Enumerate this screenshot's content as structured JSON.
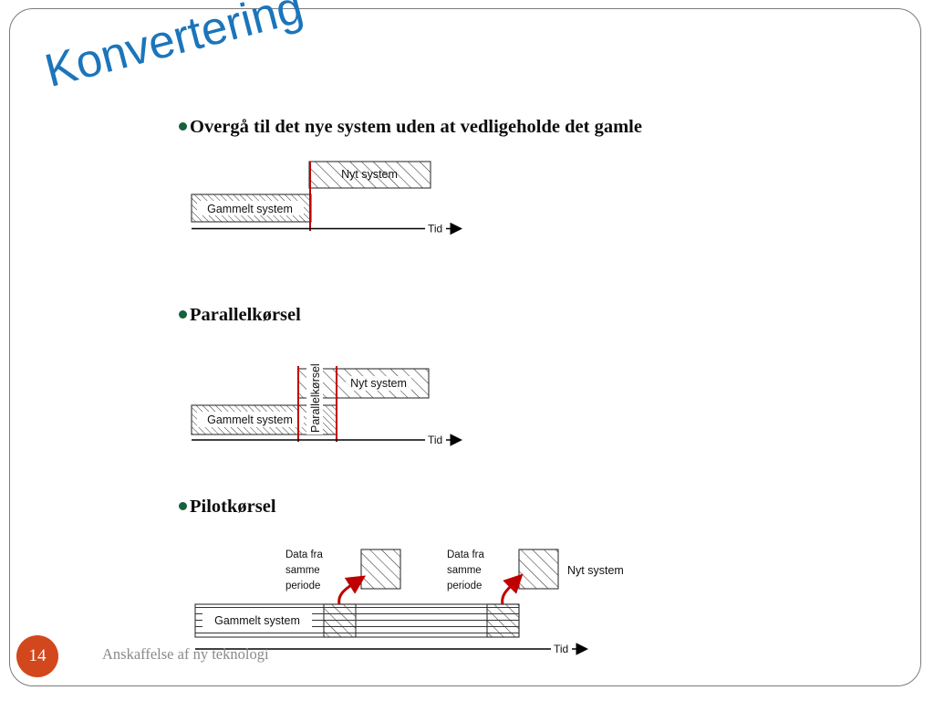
{
  "slide": {
    "title": "Konvertering",
    "title_color": "#1b75bb",
    "page_number": "14",
    "footer": "Anskaffelse af ny teknologi",
    "badge_color": "#d2471c",
    "bullet_color": "#19603c",
    "accent_red": "#c00000"
  },
  "bullets": [
    {
      "text": "Overgå til det nye system uden at vedligeholde det gamle"
    },
    {
      "text": "Parallelkørsel"
    },
    {
      "text": "Pilotkørsel"
    }
  ],
  "diagrams": [
    {
      "name": "direct-conversion",
      "old_system_label": "Gammelt system",
      "new_system_label": "Nyt system",
      "axis_label": "Tid"
    },
    {
      "name": "parallel-conversion",
      "old_system_label": "Gammelt system",
      "new_system_label": "Nyt system",
      "overlap_label": "Parallelkørsel",
      "axis_label": "Tid"
    },
    {
      "name": "pilot-conversion",
      "old_system_label": "Gammelt system",
      "new_system_label": "Nyt system",
      "callout_1": [
        "Data fra",
        "samme",
        "periode"
      ],
      "callout_2": [
        "Data fra",
        "samme",
        "periode"
      ],
      "axis_label": "Tid"
    }
  ]
}
